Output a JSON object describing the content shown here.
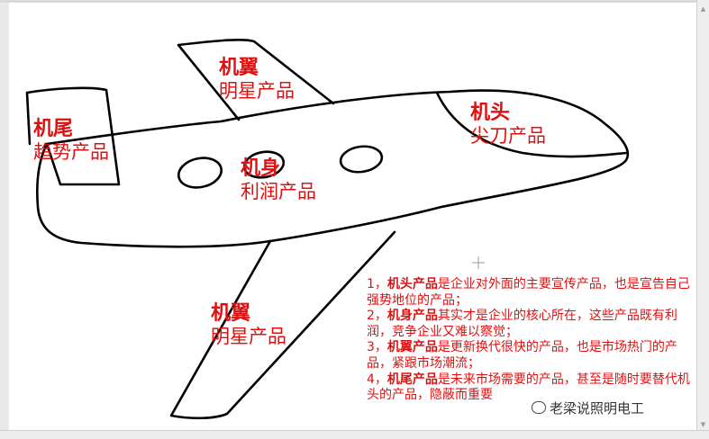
{
  "labels": {
    "tail": {
      "title": "机尾",
      "sub": "趋势产品"
    },
    "wing_top": {
      "title": "机翼",
      "sub": "明星产品"
    },
    "head": {
      "title": "机头",
      "sub": "尖刀产品"
    },
    "body": {
      "title": "机身",
      "sub": "利润产品"
    },
    "wing_bottom": {
      "title": "机翼",
      "sub": "明星产品"
    }
  },
  "notes": [
    {
      "prefix": "1，",
      "bold": "机头产品",
      "rest": "是企业对外面的主要宣传产品，也是宣告自己强势地位的产品；"
    },
    {
      "prefix": "2，",
      "bold": "机身产品",
      "rest": "其实才是企业的核心所在，这些产品既有利润，竞争企业又难以察觉；"
    },
    {
      "prefix": "3，",
      "bold": "机翼产品",
      "rest": "是更新换代很快的产品，也是市场热门的产品，紧跟市场潮流；"
    },
    {
      "prefix": "4，",
      "bold": "机尾产品",
      "rest": "是未来市场需要的产品，甚至是随时要替代机头的产品，隐蔽而重要"
    }
  ],
  "watermark": {
    "text": "老梁说照明电工",
    "icon": "wechat-icon"
  },
  "colors": {
    "label": "#e01010",
    "line": "#000000"
  }
}
